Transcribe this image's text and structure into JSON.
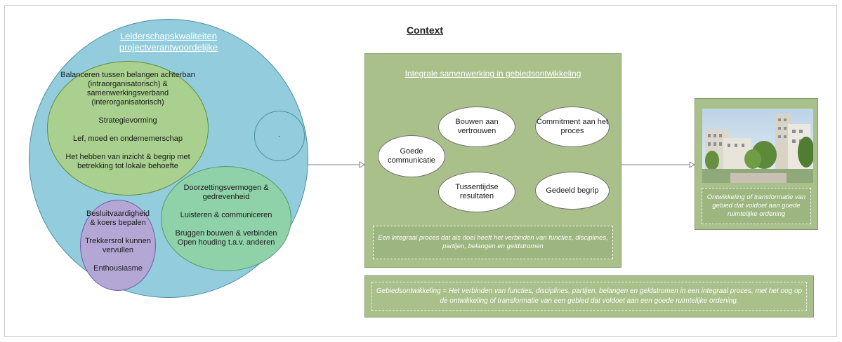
{
  "title": "Context",
  "leadership": {
    "title_line1": "Leiderschapskwaliteiten",
    "title_line2": "projectverantwoordelijke",
    "green": {
      "item1": "Balanceren tussen belangen achterban (intraorganisatorisch) & samenwerkingsverband (interorganisatorisch)",
      "item2": "Strategievorming",
      "item3": "Lef, moed en ondernemerschap",
      "item4": "Het hebben van inzicht & begrip met betrekking tot lokale behoefte"
    },
    "teal": {
      "item1": "Doorzettingsvermogen & gedrevenheid",
      "item2": "Luisteren & communiceren",
      "item3": "Bruggen bouwen & verbinden",
      "item4": "Open houding t.a.v. anderen"
    },
    "purple": {
      "item1": "Besluitvaardigheid & koers bepalen",
      "item2": "Trekkersrol kunnen vervullen",
      "item3": "Enthousiasme"
    },
    "small_circle_label": "."
  },
  "collaboration": {
    "title": "Integrale samenwerking in gebiedsontwikkeling",
    "ovals": {
      "bouwen": "Bouwen aan vertrouwen",
      "commitment": "Commitment aan het proces",
      "goede": "Goede communicatie",
      "tussentijdse": "Tussentijdse resultaten",
      "gedeeld": "Gedeeld begrip"
    },
    "description": "Een integraal proces dat als doel heeft het verbinden van functies, disciplines, partijen, belangen en geldstromen"
  },
  "result": {
    "caption": "Ontwikkeling of transformatie van gebied dat voldoet aan goede ruimtelijke ordening"
  },
  "definition": "Gebiedsontwikkeling = Het verbinden van functies, disciplines, partijen, belangen en geldstromen in een integraal proces, met het oog op de ontwikkeling of transformatie van een gebied dat voldoet aan een goede ruimtelijke ordening.",
  "colors": {
    "big_circle": "#93cddd",
    "green_ellipse": "#a9d08e",
    "teal_ellipse": "#8fd1a8",
    "purple_ellipse": "#b4a7d6",
    "box_green": "#a9c08a"
  }
}
